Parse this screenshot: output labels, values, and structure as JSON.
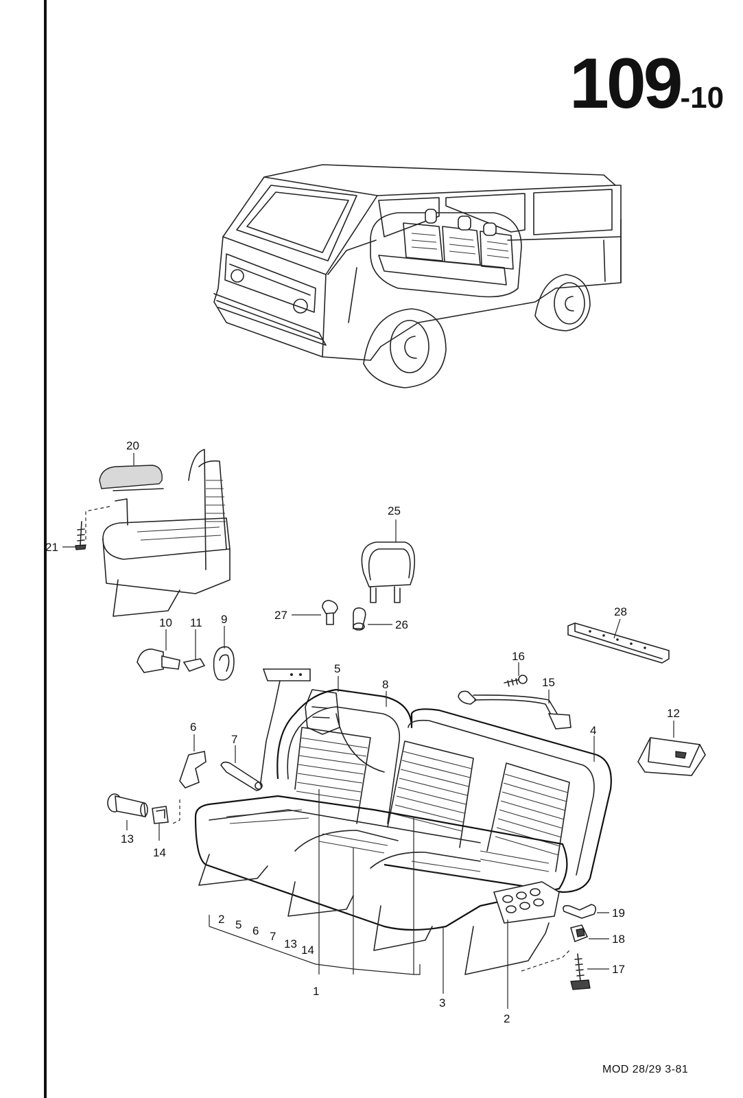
{
  "page_number": {
    "main": "109",
    "sub": "-10"
  },
  "footer": "MOD 28/29  3-81",
  "callouts": [
    "1",
    "2",
    "3",
    "4",
    "5",
    "6",
    "7",
    "8",
    "9",
    "10",
    "11",
    "12",
    "13",
    "14",
    "15",
    "16",
    "17",
    "18",
    "19",
    "20",
    "21",
    "25",
    "26",
    "27",
    "28"
  ],
  "group_label": [
    "2",
    "5",
    "6",
    "7",
    "13",
    "14"
  ]
}
